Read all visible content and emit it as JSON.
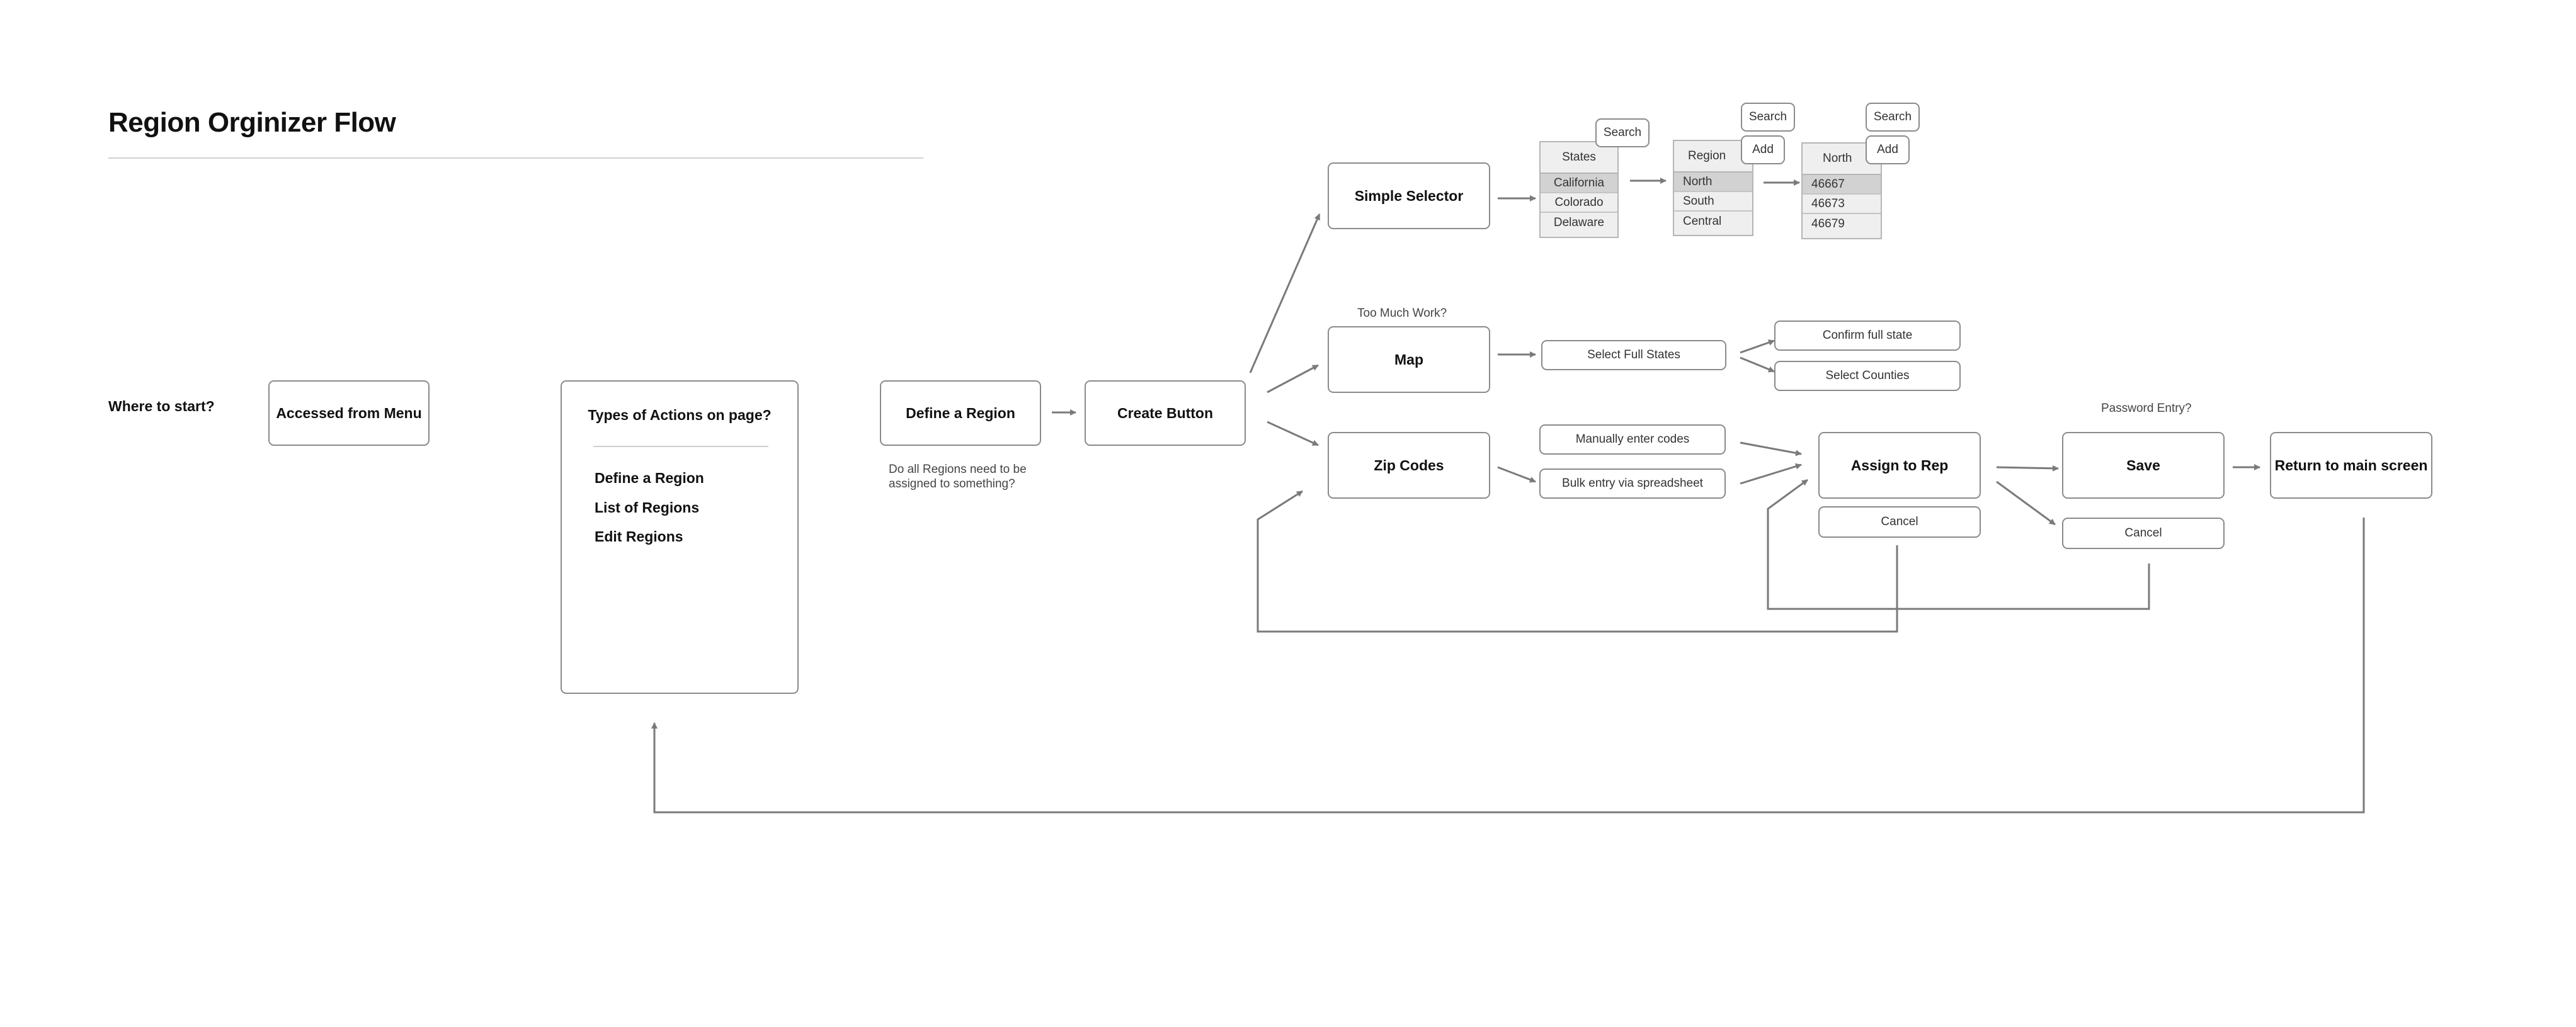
{
  "title": "Region Orginizer Flow",
  "where_to_start": "Where to start?",
  "nodes": {
    "accessed_from_menu": "Accessed from Menu",
    "types_of_actions": "Types of Actions on page?",
    "actions_list": [
      "Define a Region",
      "List of Regions",
      "Edit Regions"
    ],
    "define_region": "Define a Region",
    "define_region_note": "Do all Regions need to be assigned to something?",
    "create_button": "Create Button",
    "simple_selector": "Simple Selector",
    "map": "Map",
    "map_note": "Too Much Work?",
    "zip_codes": "Zip Codes",
    "select_full_states": "Select  Full States",
    "confirm_full_state": "Confirm full state",
    "select_counties": "Select  Counties",
    "manually_enter_codes": "Manually enter codes",
    "bulk_entry": "Bulk entry via spreadsheet",
    "assign_to_rep": "Assign to Rep",
    "assign_cancel": "Cancel",
    "save": "Save",
    "save_cancel": "Cancel",
    "password_note": "Password Entry?",
    "return_main": "Return to main screen"
  },
  "states_table": {
    "header": "States",
    "search": "Search",
    "rows": [
      "California",
      "Colorado",
      "Delaware"
    ]
  },
  "region_table": {
    "header": "Region",
    "search": "Search",
    "add": "Add",
    "rows": [
      "North",
      "South",
      "Central"
    ]
  },
  "north_table": {
    "header": "North",
    "search": "Search",
    "add": "Add",
    "rows": [
      "46667",
      "46673",
      "46679"
    ]
  },
  "colors": {
    "line": "#8a8a8a",
    "arrow": "#7a7a7a",
    "table_bg": "#efefef",
    "table_selected": "#d2d2d2"
  }
}
